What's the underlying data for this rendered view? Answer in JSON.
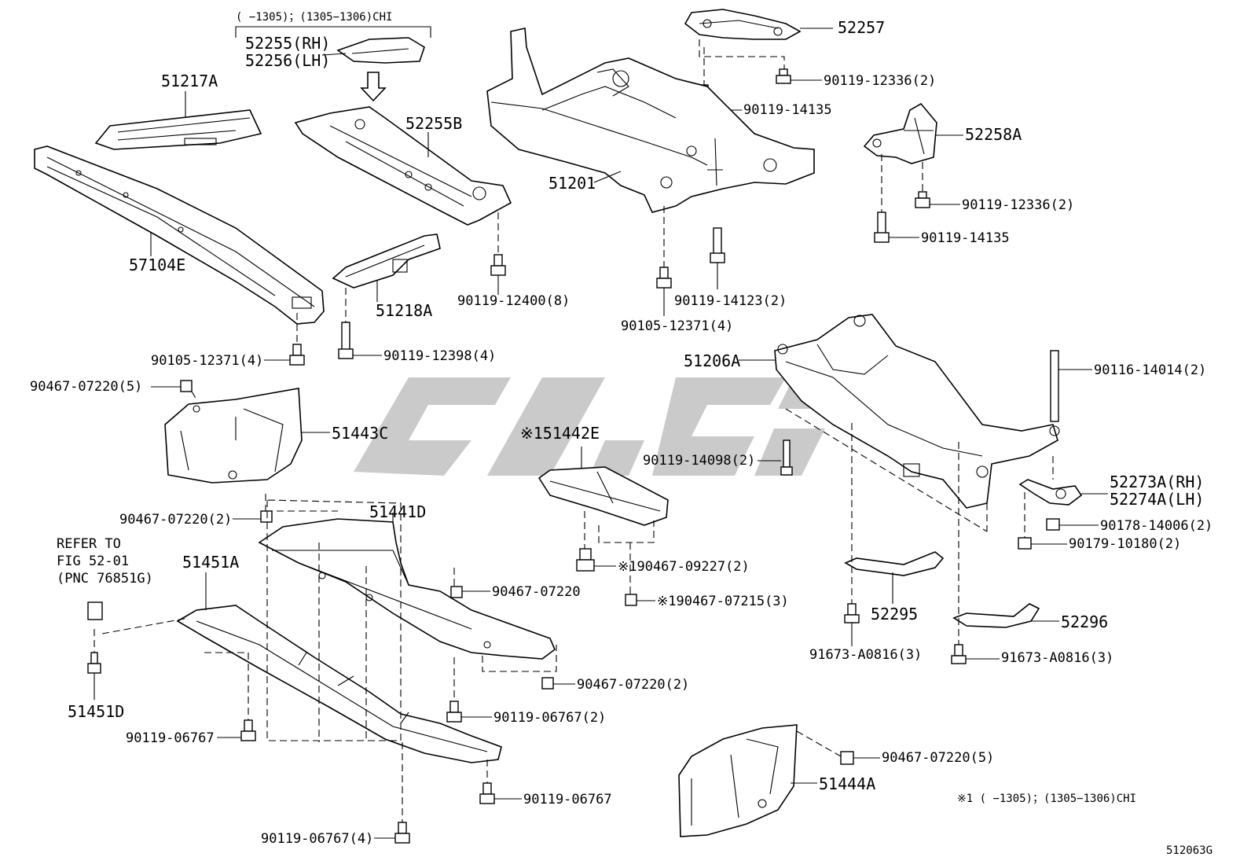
{
  "diagram": {
    "header_note": "(      −1305)；(1305−1306)CHI",
    "footnote": "※1 (      −1305)；(1305−1306)CHI",
    "figure_code": "512063G",
    "refer_note": [
      "REFER TO",
      "FIG 52-01",
      "(PNC 76851G)"
    ],
    "watermark_color": "#c8c8c8",
    "labels": {
      "p52255": "52255(RH)",
      "p52256": "52256(LH)",
      "p52257": "52257",
      "p90119_12336_a": "90119-12336(2)",
      "p90119_14135_a": "90119-14135",
      "p51217A": "51217A",
      "p52255B": "52255B",
      "p51201": "51201",
      "p52258A": "52258A",
      "p90119_12336_b": "90119-12336(2)",
      "p90119_14135_b": "90119-14135",
      "p57104E": "57104E",
      "p51218A": "51218A",
      "p90119_12400": "90119-12400(8)",
      "p90119_14123": "90119-14123(2)",
      "p90105_12371_a": "90105-12371(4)",
      "p90105_12371_b": "90105-12371(4)",
      "p90119_12398": "90119-12398(4)",
      "p51206A": "51206A",
      "p90116_14014": "90116-14014(2)",
      "p90467_07220_5a": "90467-07220(5)",
      "p51443C": "51443C",
      "p51442E": "※151442E",
      "p90119_14098": "90119-14098(2)",
      "p52273A": "52273A(RH)",
      "p52274A": "52274A(LH)",
      "p90467_07220_2a": "90467-07220(2)",
      "p51441D": "51441D",
      "p90178_14006": "90178-14006(2)",
      "p90179_10180": "90179-10180(2)",
      "p51451A": "51451A",
      "p90467_09227": "※190467-09227(2)",
      "p90467_07220_c": "90467-07220",
      "p90467_07215": "※190467-07215(3)",
      "p52295": "52295",
      "p52296": "52296",
      "p91673_a": "91673-A0816(3)",
      "p91673_b": "91673-A0816(3)",
      "p90467_07220_2b": "90467-07220(2)",
      "p51451D": "51451D",
      "p90119_06767_2": "90119-06767(2)",
      "p90119_06767_a": "90119-06767",
      "p90119_06767_b": "90119-06767",
      "p90119_06767_4": "90119-06767(4)",
      "p90467_07220_5b": "90467-07220(5)",
      "p51444A": "51444A"
    }
  }
}
